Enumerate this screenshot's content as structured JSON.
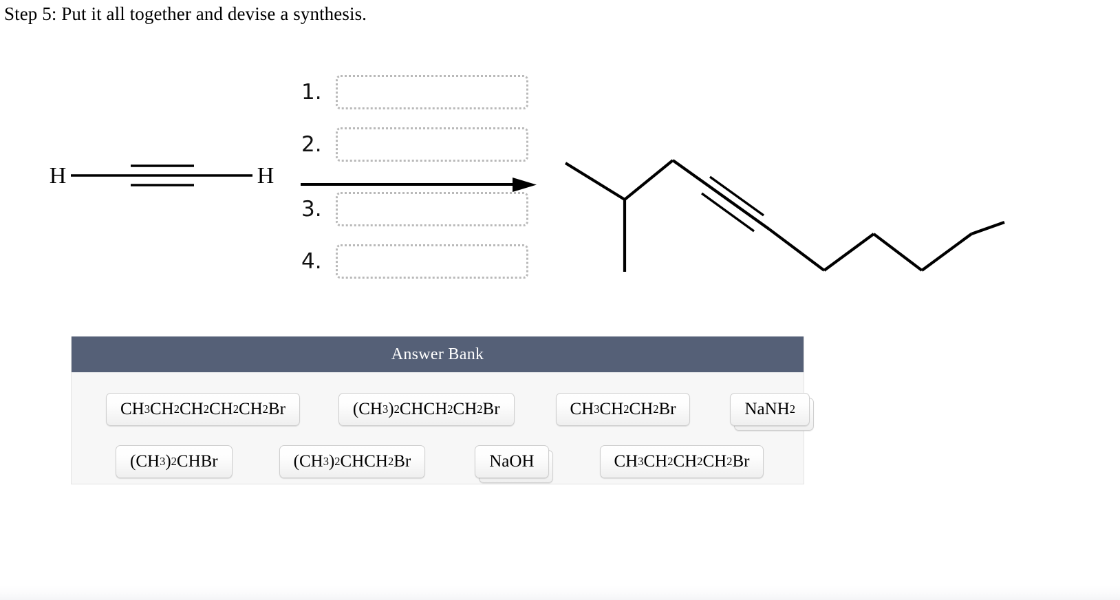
{
  "heading": "Step 5: Put it all together and devise a synthesis.",
  "reaction": {
    "starting_material": {
      "name": "acetylene",
      "left_label": "H",
      "right_label": "H",
      "bond": "triple"
    },
    "arrow": {
      "direction": "right"
    },
    "condition_slots": [
      {
        "number": "1.",
        "value": ""
      },
      {
        "number": "2.",
        "value": ""
      },
      {
        "number": "3.",
        "value": ""
      },
      {
        "number": "4.",
        "value": ""
      }
    ],
    "product": {
      "name": "2-methyl-4-nonyne skeletal structure",
      "bond": "triple"
    }
  },
  "answer_bank": {
    "title": "Answer Bank",
    "header_color": "#556077",
    "panel_background": "#f7f7f7",
    "rows": [
      [
        {
          "formula_html": "CH<sub>3</sub>CH<sub>2</sub>CH<sub>2</sub>CH<sub>2</sub>CH<sub>2</sub>Br",
          "stacked": false
        },
        {
          "formula_html": "(CH<sub>3</sub>)<sub>2</sub>CHCH<sub>2</sub>CH<sub>2</sub>Br",
          "stacked": false
        },
        {
          "formula_html": "CH<sub>3</sub>CH<sub>2</sub>CH<sub>2</sub>Br",
          "stacked": false
        },
        {
          "formula_html": "NaNH<sub>2</sub>",
          "stacked": true
        }
      ],
      [
        {
          "formula_html": "(CH<sub>3</sub>)<sub>2</sub>CHBr",
          "stacked": false
        },
        {
          "formula_html": "(CH<sub>3</sub>)<sub>2</sub>CHCH<sub>2</sub>Br",
          "stacked": false
        },
        {
          "formula_html": "NaOH",
          "stacked": true
        },
        {
          "formula_html": "CH<sub>3</sub>CH<sub>2</sub>CH<sub>2</sub>CH<sub>2</sub>Br",
          "stacked": false
        }
      ]
    ]
  }
}
